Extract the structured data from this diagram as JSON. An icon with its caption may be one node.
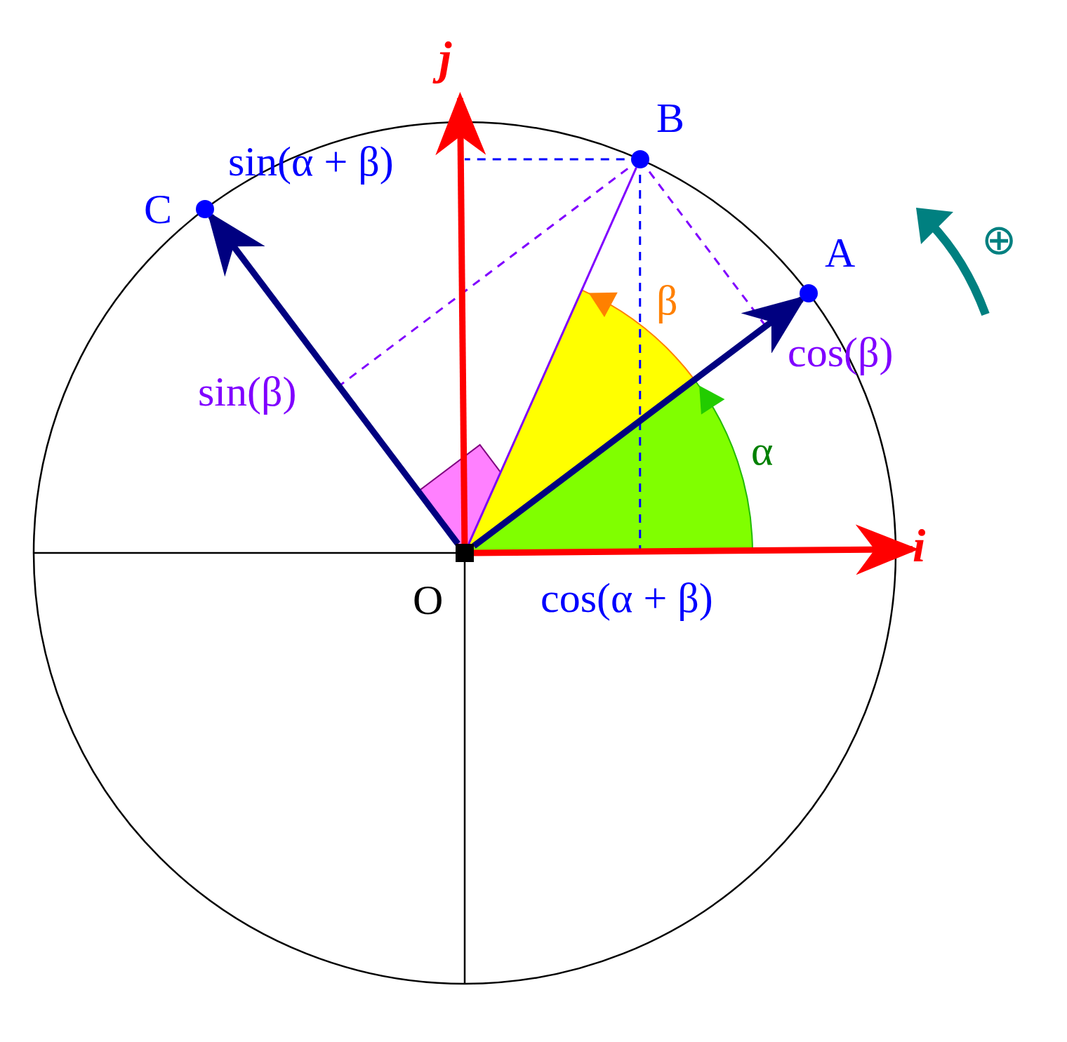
{
  "diagram": {
    "nodes": [
      {
        "text": [],
        "shape": "box",
        "beside": [
          "O"
        ]
      },
      {
        "text": [],
        "shape": "circle",
        "beside": [
          "A"
        ]
      },
      {
        "text": [],
        "shape": "circle",
        "beside": [
          "B"
        ]
      },
      {
        "text": [],
        "shape": "circle",
        "beside": [
          "C"
        ]
      },
      {
        "text": [
          "i⃗"
        ]
      },
      {
        "text": [
          "j⃗"
        ]
      }
    ],
    "edges": [
      {
        "from": 0,
        "to": 4,
        "arrow": "to",
        "color": "#ff0000"
      },
      {
        "from": 0,
        "to": 5,
        "arrow": "to",
        "color": "#ff0000"
      },
      {
        "from": 0,
        "to": 1,
        "arrow": "to",
        "color": "#000080"
      },
      {
        "from": 0,
        "to": 3,
        "arrow": "to",
        "color": "#000080"
      },
      {
        "from": 0,
        "to": 2,
        "arrow": "none",
        "color": "#8000ff"
      }
    ],
    "labels": [
      "sin(α + β)",
      "⊕",
      "β",
      "cos(β)",
      "sin(β)",
      "α",
      "cos(α + β)"
    ]
  }
}
